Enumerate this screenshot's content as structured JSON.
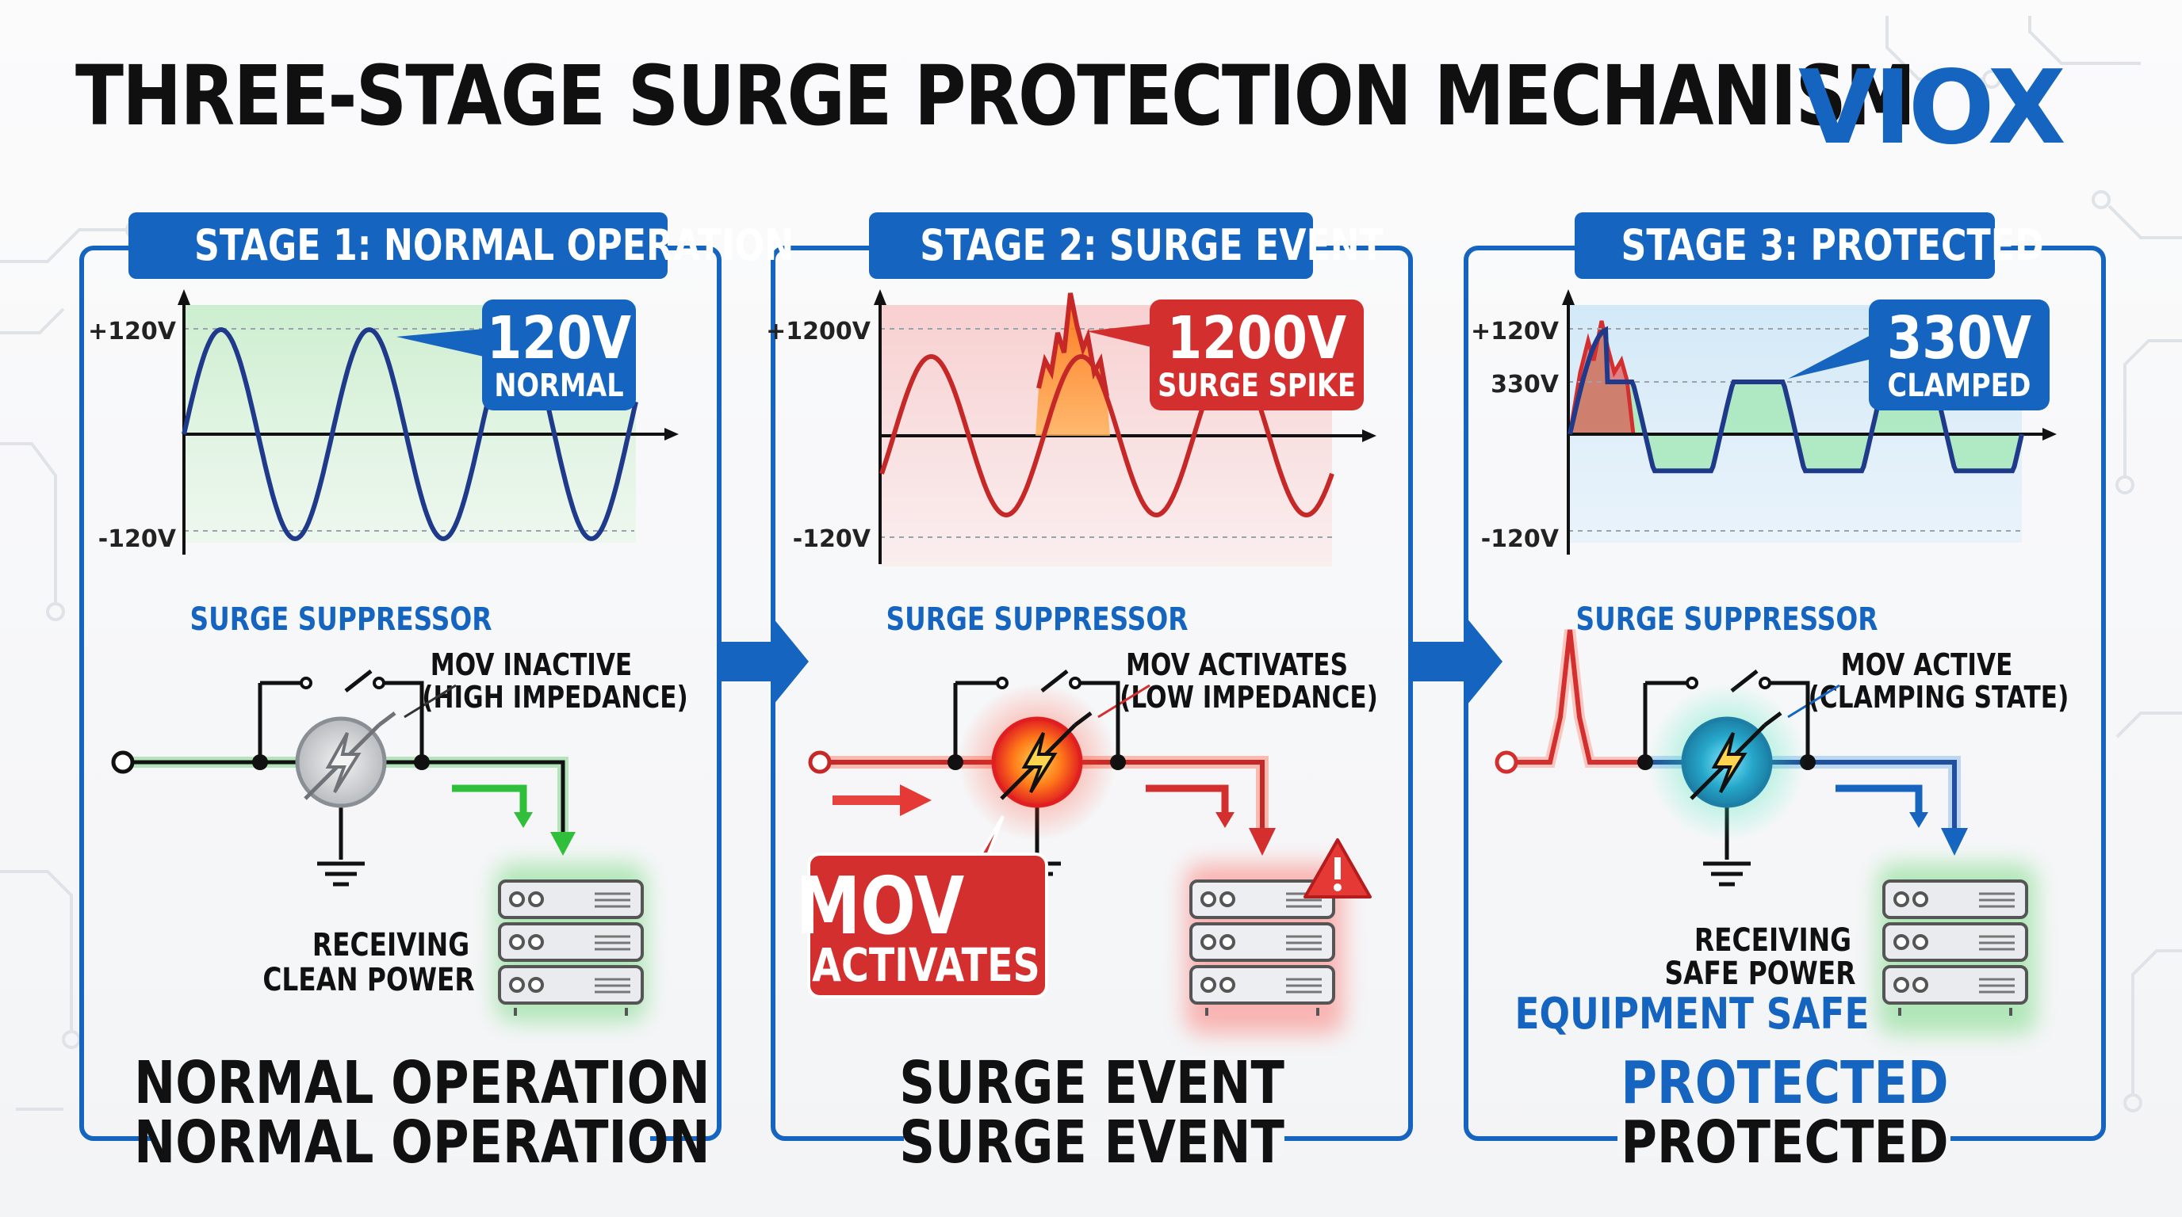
{
  "title": "THREE-STAGE SURGE PROTECTION MECHANISM",
  "brand": "VIOX",
  "colors": {
    "accent": "#1565c0",
    "danger": "#d32f2f",
    "normal": "#3ec24a",
    "protected": "#1aa3a0"
  },
  "stages": [
    {
      "label": "STAGE 1: NORMAL OPERATION",
      "axis": {
        "top": "+120V",
        "bottom": "-120V"
      },
      "callout": {
        "value": "120V",
        "caption": "NORMAL"
      },
      "suppressor_label": "SURGE SUPPRESSOR",
      "mov_state": [
        "MOV INACTIVE",
        "(HIGH IMPEDANCE)"
      ],
      "equipment_caption": [
        "RECEIVING",
        "CLEAN POWER"
      ],
      "footer": [
        "NORMAL OPERATION",
        "NORMAL OPERATION"
      ]
    },
    {
      "label": "STAGE 2: SURGE EVENT",
      "axis": {
        "top": "+1200V",
        "bottom": "-120V"
      },
      "callout": {
        "value": "1200V",
        "caption": "SURGE SPIKE"
      },
      "suppressor_label": "SURGE SUPPRESSOR",
      "mov_state": [
        "MOV ACTIVATES",
        "(LOW IMPEDANCE)"
      ],
      "mov_badge": [
        "MOV",
        "ACTIVATES"
      ],
      "warning_icon": "warning-triangle",
      "footer": [
        "SURGE EVENT",
        "SURGE EVENT"
      ]
    },
    {
      "label": "STAGE 3: PROTECTED",
      "axis": {
        "top": "+120V",
        "mid": "330V",
        "bottom": "-120V"
      },
      "callout": {
        "value": "330V",
        "caption": "CLAMPED"
      },
      "suppressor_label": "SURGE SUPPRESSOR",
      "mov_state": [
        "MOV ACTIVE",
        "(CLAMPING STATE)"
      ],
      "equipment_caption": [
        "RECEIVING",
        "SAFE POWER"
      ],
      "equipment_status": "EQUIPMENT SAFE",
      "footer": [
        "PROTECTED",
        "PROTECTED"
      ]
    }
  ]
}
